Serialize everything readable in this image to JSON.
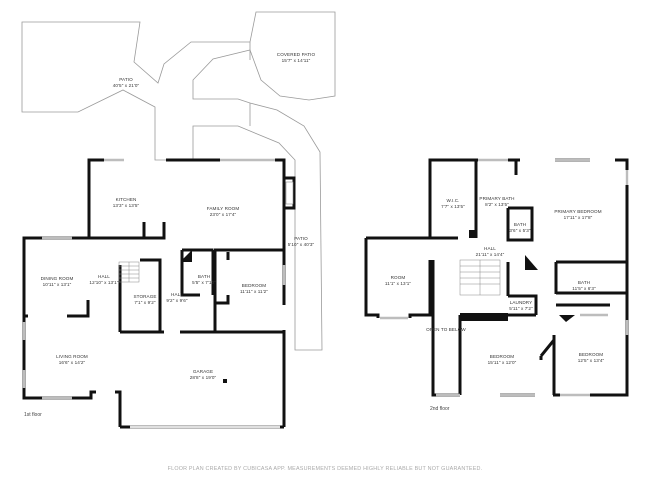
{
  "plan": {
    "floors": [
      {
        "label": "1st floor",
        "rooms": [
          {
            "name": "PATIO",
            "dims": "40'5\" x 21'0\""
          },
          {
            "name": "COVERED PATIO",
            "dims": "15'7\" x 14'11\""
          },
          {
            "name": "KITCHEN",
            "dims": "13'3\" x 13'5\""
          },
          {
            "name": "FAMILY ROOM",
            "dims": "23'0\" x 17'4\""
          },
          {
            "name": "PATIO",
            "dims": "5'10\" x 40'3\""
          },
          {
            "name": "DINING ROOM",
            "dims": "10'11\" x 13'1\""
          },
          {
            "name": "HALL",
            "dims": "12'10\" x 13'1\""
          },
          {
            "name": "STORAGE",
            "dims": "7'1\" x 9'2\""
          },
          {
            "name": "HALL",
            "dims": "9'2\" x 9'6\""
          },
          {
            "name": "BATH",
            "dims": "5'5\" x 7'10\""
          },
          {
            "name": "BEDROOM",
            "dims": "11'11\" x 11'2\""
          },
          {
            "name": "LIVING ROOM",
            "dims": "16'6\" x 14'2\""
          },
          {
            "name": "GARAGE",
            "dims": "28'8\" x 19'0\""
          }
        ]
      },
      {
        "label": "2nd floor",
        "rooms": [
          {
            "name": "W.I.C.",
            "dims": "7'7\" x 13'5\""
          },
          {
            "name": "PRIMARY BATH",
            "dims": "8'2\" x 13'5\""
          },
          {
            "name": "BATH",
            "dims": "3'6\" x 5'3\""
          },
          {
            "name": "PRIMARY BEDROOM",
            "dims": "17'11\" x 17'8\""
          },
          {
            "name": "HALL",
            "dims": "21'11\" x 14'4\""
          },
          {
            "name": "ROOM",
            "dims": "11'1\" x 13'1\""
          },
          {
            "name": "BATH",
            "dims": "11'5\" x 6'3\""
          },
          {
            "name": "LAUNDRY",
            "dims": "5'11\" x 7'2\""
          },
          {
            "name": "OPEN TO BELOW",
            "dims": ""
          },
          {
            "name": "BEDROOM",
            "dims": "15'11\" x 12'0\""
          },
          {
            "name": "BEDROOM",
            "dims": "12'5\" x 13'4\""
          }
        ]
      }
    ],
    "footer": "FLOOR PLAN CREATED BY CUBICASA APP. MEASUREMENTS DEEMED HIGHLY RELIABLE BUT NOT GUARANTEED.",
    "colors": {
      "wall": "#111111",
      "outline": "#9a9a9a",
      "window": "#cfcfcf",
      "text": "#333333"
    }
  }
}
